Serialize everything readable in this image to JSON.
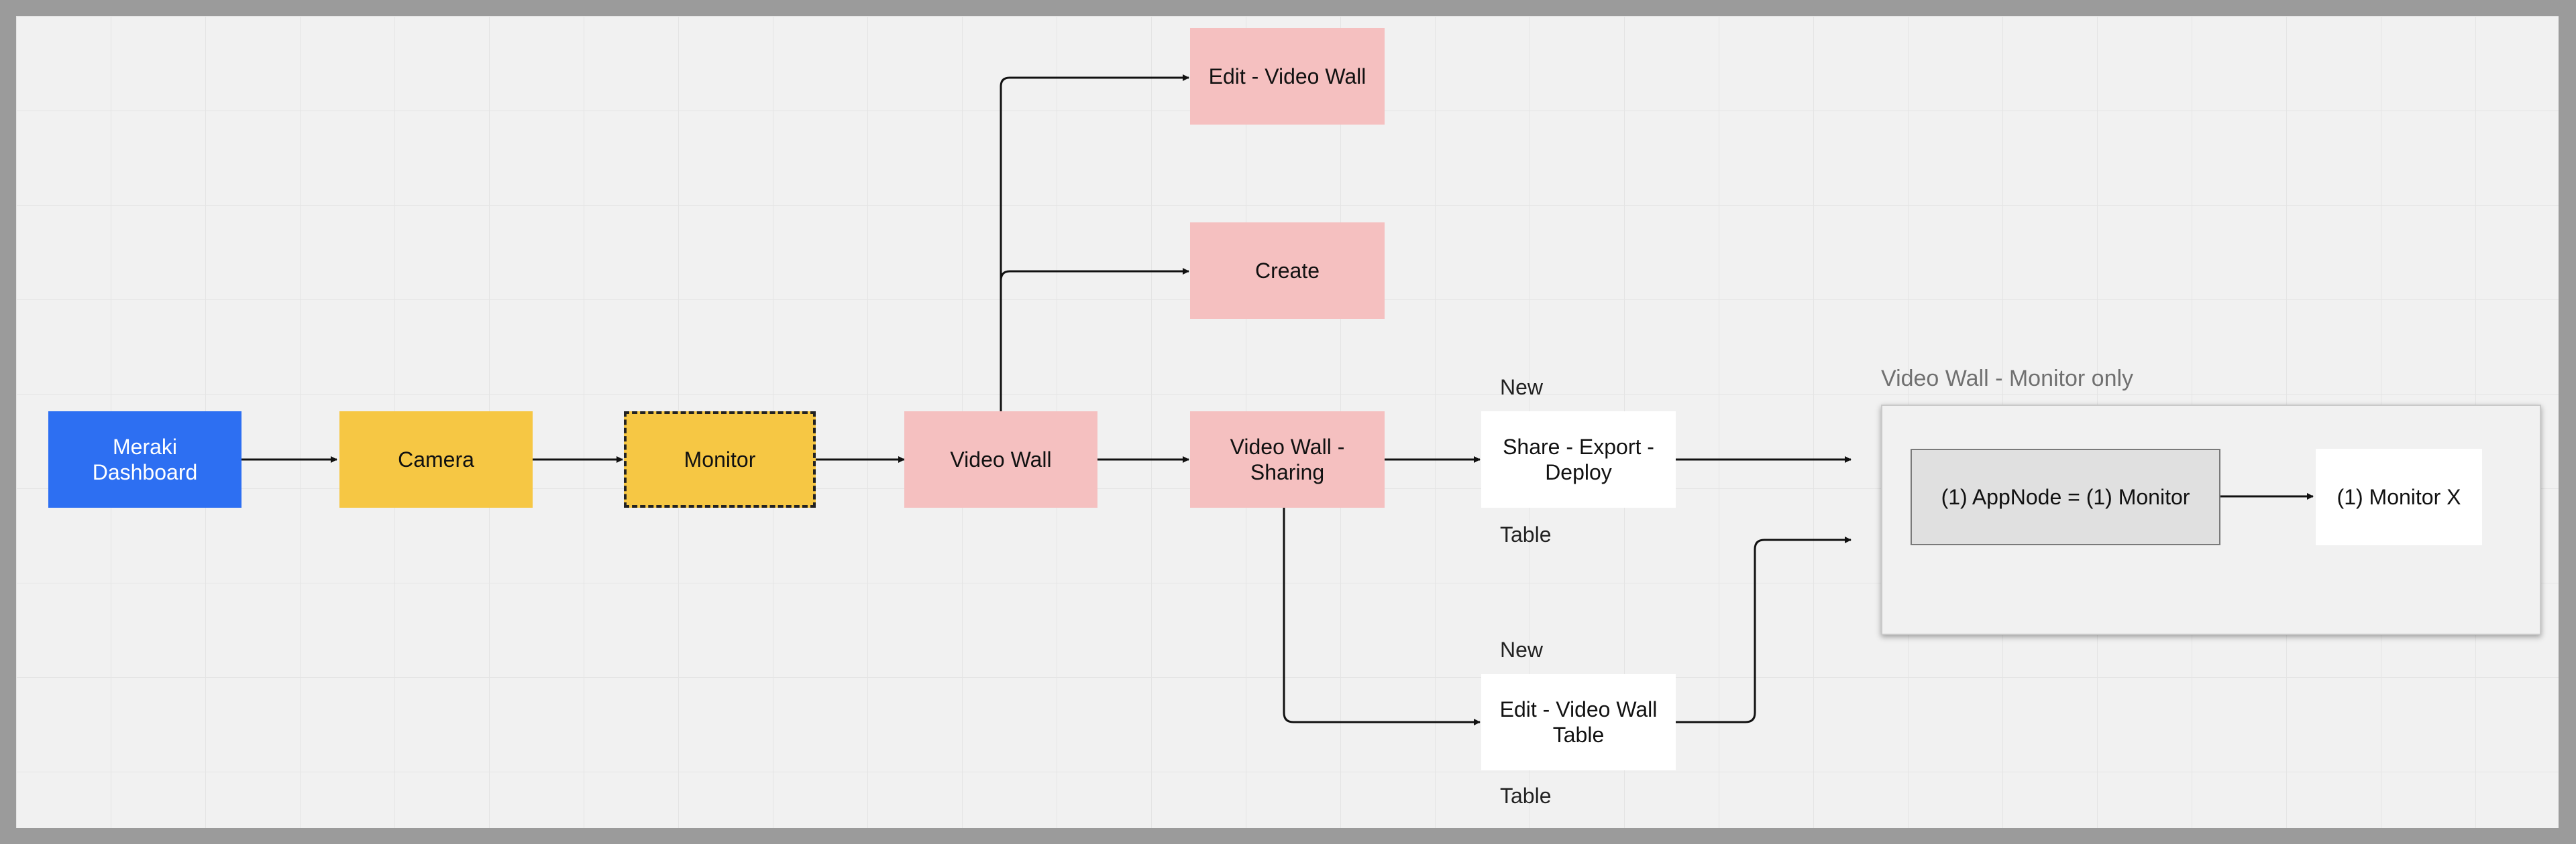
{
  "nodes": {
    "meraki_dashboard": "Meraki\nDashboard",
    "camera": "Camera",
    "monitor": "Monitor",
    "video_wall": "Video Wall",
    "edit_video_wall": "Edit - Video Wall",
    "create": "Create",
    "video_wall_sharing": "Video Wall -\nSharing",
    "share_export_deploy": "Share - Export -\nDeploy",
    "edit_video_wall_table": "Edit - Video Wall\nTable",
    "appnode_monitor": "(1) AppNode =  (1) Monitor",
    "monitor_x": "(1) Monitor X"
  },
  "labels": {
    "share_new": "New",
    "share_table": "Table",
    "edit_new": "New",
    "edit_table": "Table"
  },
  "group": {
    "title": "Video Wall - Monitor only"
  },
  "colors": {
    "blue": "#2d6ff2",
    "yellow": "#f6c744",
    "pink": "#f5c0c0",
    "white": "#ffffff",
    "grey": "#e0e0e0"
  }
}
